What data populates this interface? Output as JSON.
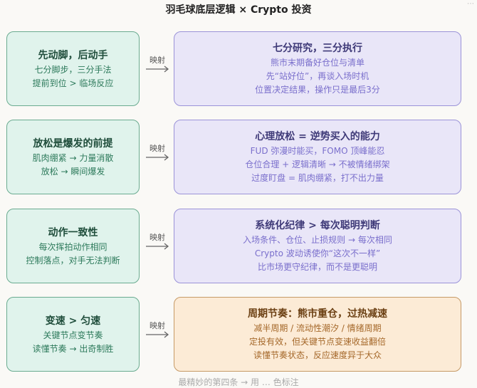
{
  "title": "羽毛球底层逻辑 × Crypto 投资",
  "arrow_label": "映射",
  "rows": [
    {
      "left": {
        "heading": "先动脚，后动手",
        "lines": [
          "七分脚步，三分手法",
          "提前到位 > 临场反应"
        ]
      },
      "right": {
        "heading": "七分研究，三分执行",
        "lines": [
          "熊市末期备好仓位与清单",
          "先“站好位”，再谈入场时机",
          "位置决定结果，操作只是最后3分"
        ]
      }
    },
    {
      "left": {
        "heading": "放松是爆发的前提",
        "lines": [
          "肌肉绷紧 → 力量消散",
          "放松 → 瞬间爆发"
        ]
      },
      "right": {
        "heading": "心理放松 = 逆势买入的能力",
        "lines": [
          "FUD 弥漫时能买，FOMO 顶峰能忍",
          "仓位合理 + 逻辑清晰 → 不被情绪绑架",
          "过度盯盘 = 肌肉绷紧，打不出力量"
        ]
      }
    },
    {
      "left": {
        "heading": "动作一致性",
        "lines": [
          "每次挥拍动作相同",
          "控制落点，对手无法判断"
        ]
      },
      "right": {
        "heading": "系统化纪律 > 每次聪明判断",
        "lines": [
          "入场条件、仓位、止损规则 → 每次相同",
          "Crypto 波动诱使你“这次不一样”",
          "比市场更守纪律，而不是更聪明"
        ]
      }
    },
    {
      "left": {
        "heading": "变速 > 匀速",
        "lines": [
          "关键节点变节奏",
          "读懂节奏 → 出奇制胜"
        ]
      },
      "right": {
        "heading": "周期节奏：熊市重仓，过热减速",
        "lines": [
          "减半周期 / 流动性潮汐 / 情绪周期",
          "定投有效，但关键节点变速收益翻倍",
          "读懂节奏状态，反应速度异于大众"
        ]
      }
    }
  ],
  "footer": "最精妙的第四条 → 用 … 色标注"
}
